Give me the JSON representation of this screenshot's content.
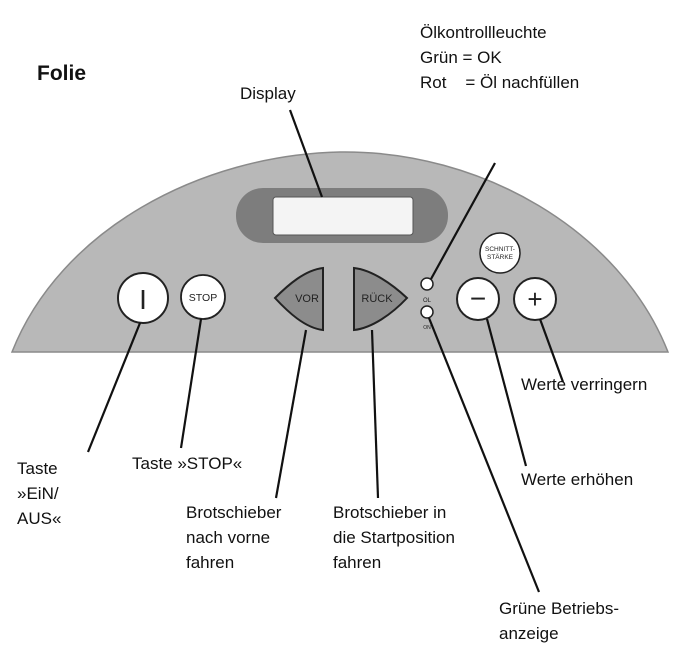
{
  "title": "Folie",
  "labels": {
    "display": "Display",
    "oil_line1": "Ölkontrollleuchte",
    "oil_line2": "Grün = OK",
    "oil_line3": "Rot    = Öl nachfüllen",
    "decrease": "Werte verringern",
    "increase": "Werte erhöhen",
    "power_line1": "Taste",
    "power_line2": "»EiN/",
    "power_line3": "AUS«",
    "stop": "Taste »STOP«",
    "forward_line1": "Brotschieber",
    "forward_line2": "nach vorne",
    "forward_line3": "fahren",
    "back_line1": "Brotschieber in",
    "back_line2": "die Startposition",
    "back_line3": "fahren",
    "green_line1": "Grüne Betriebs-",
    "green_line2": "anzeige"
  },
  "panel": {
    "power_symbol": "I",
    "stop_label": "STOP",
    "vor_label": "VOR",
    "rueck_label": "RÜCK",
    "oil_led_label": "OL",
    "on_led_label": "ON",
    "minus_symbol": "−",
    "plus_symbol": "+",
    "slice_line1": "SCHNITT-",
    "slice_line2": "STÄRKE"
  },
  "colors": {
    "panel": "#b8b8b8",
    "panel_stroke": "#8a8a8a",
    "display_ring": "#7d7d7d",
    "display_screen": "#f4f4f4",
    "arrow_button": "#8c8c8c",
    "button_face": "#ffffff"
  }
}
